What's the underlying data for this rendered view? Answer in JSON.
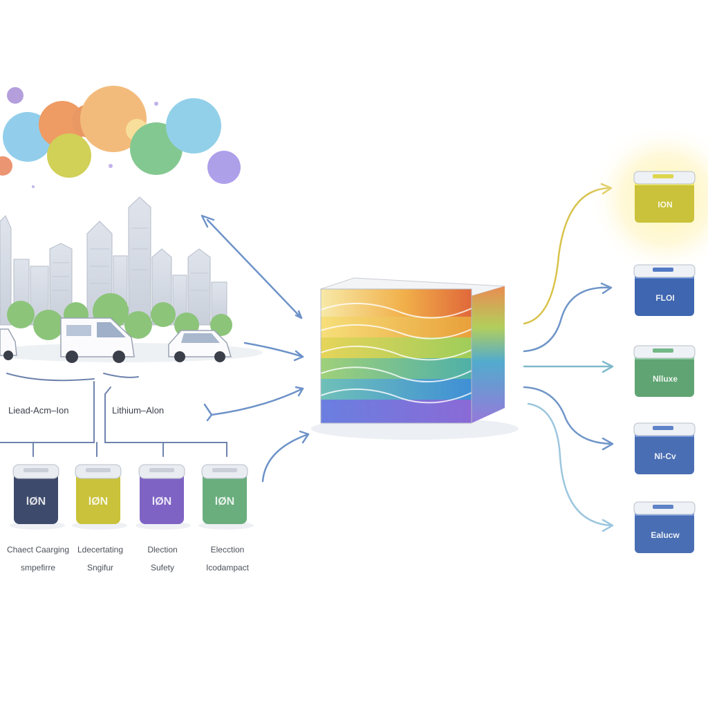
{
  "left_branch_labels": {
    "lead": "Liead-Acm–Ion",
    "lithium": "Lithium–Alon"
  },
  "left_batteries": [
    {
      "label": "lØN",
      "color": "#3d4a6b"
    },
    {
      "label": "lØN",
      "color": "#c9c23a"
    },
    {
      "label": "lØN",
      "color": "#7e63c4"
    },
    {
      "label": "lØN",
      "color": "#6aae7e"
    }
  ],
  "captions": [
    {
      "line1": "Chaect Caarging",
      "line2": "smpefirre"
    },
    {
      "line1": "Ldecertating",
      "line2": "Sngifur"
    },
    {
      "line1": "Dlection",
      "line2": "Sufety"
    },
    {
      "line1": "Elecction",
      "line2": "Icodampact"
    }
  ],
  "right_batteries": [
    {
      "label": "ION",
      "color": "#c9c23a",
      "glow": true
    },
    {
      "label": "FLOI",
      "color": "#3f66b0",
      "glow": false
    },
    {
      "label": "Nlluxe",
      "color": "#5fa472",
      "glow": false
    },
    {
      "label": "Nl-Cv",
      "color": "#4a6eb3",
      "glow": false
    },
    {
      "label": "Ealucw",
      "color": "#4a6eb3",
      "glow": false
    }
  ],
  "arrow_colors": [
    "#d8c24a",
    "#6f95c8",
    "#7fb9cc",
    "#6f95c8",
    "#9cc6de"
  ]
}
